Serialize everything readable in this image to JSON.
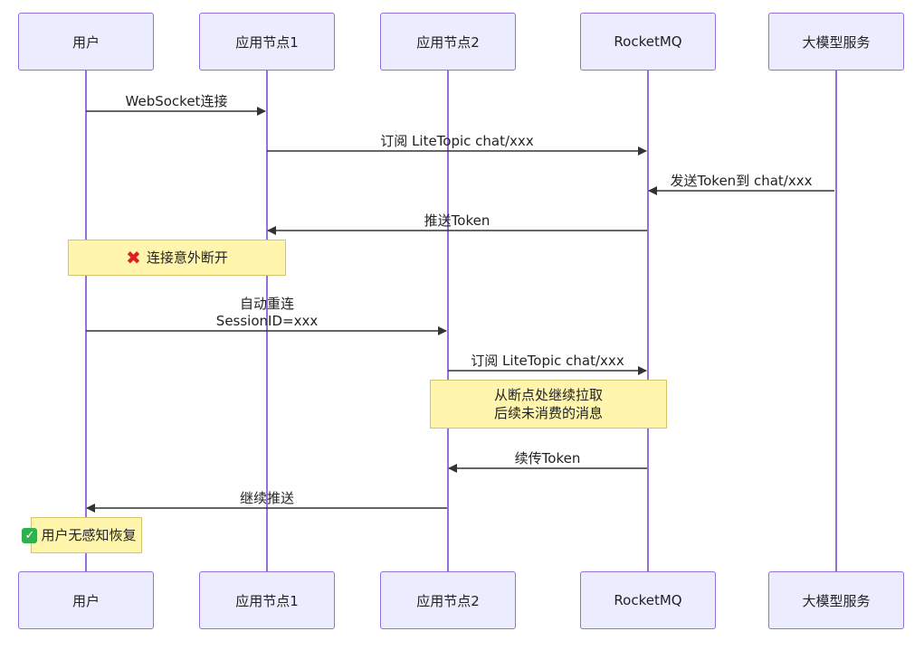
{
  "actors": [
    {
      "id": "user",
      "label": "用户"
    },
    {
      "id": "node1",
      "label": "应用节点1"
    },
    {
      "id": "node2",
      "label": "应用节点2"
    },
    {
      "id": "rocketmq",
      "label": "RocketMQ"
    },
    {
      "id": "llm",
      "label": "大模型服务"
    }
  ],
  "messages": [
    {
      "from": "user",
      "to": "node1",
      "lines": [
        "WebSocket连接"
      ]
    },
    {
      "from": "node1",
      "to": "rocketmq",
      "lines": [
        "订阅 LiteTopic chat/xxx"
      ]
    },
    {
      "from": "llm",
      "to": "rocketmq",
      "lines": [
        "发送Token到 chat/xxx"
      ]
    },
    {
      "from": "rocketmq",
      "to": "node1",
      "lines": [
        "推送Token"
      ]
    },
    {
      "from": "user",
      "to": "node2",
      "lines": [
        "自动重连",
        "SessionID=xxx"
      ]
    },
    {
      "from": "node2",
      "to": "rocketmq",
      "lines": [
        "订阅 LiteTopic chat/xxx"
      ]
    },
    {
      "from": "rocketmq",
      "to": "node2",
      "lines": [
        "续传Token"
      ]
    },
    {
      "from": "node2",
      "to": "user",
      "lines": [
        "继续推送"
      ]
    }
  ],
  "notes": [
    {
      "icon": "cross-mark-icon",
      "lines": [
        "连接意外断开"
      ]
    },
    {
      "icon": "",
      "lines": [
        "从断点处继续拉取",
        "后续未消费的消息"
      ]
    },
    {
      "icon": "check-mark-icon",
      "lines": [
        "用户无感知恢复"
      ]
    }
  ],
  "colors": {
    "actor_fill": "#ECECFF",
    "actor_border": "#9370DB",
    "lifeline": "#9370DB",
    "note_fill": "#FFF5AD",
    "arrow": "#333333"
  }
}
